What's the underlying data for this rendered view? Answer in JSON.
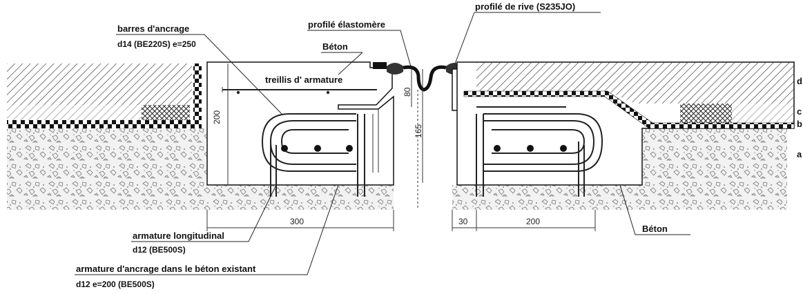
{
  "labels": {
    "anchor_bars_title": "barres d'ancrage",
    "anchor_bars_spec": "d14 (BE220S) e=250",
    "elastomer_profile": "profilé élastomère",
    "edge_profile": "profilé de rive (S235JO)",
    "concrete_top": "Béton",
    "reinforcement_mesh": "treillis d' armature",
    "longitudinal_title": "armature longitudinal",
    "longitudinal_spec": "d12 (BE500S)",
    "anchoring_title": "armature d'ancrage dans le béton existant",
    "anchoring_spec": "d12 e=200 (BE500S)",
    "concrete_right": "Béton"
  },
  "layers": {
    "d": "d",
    "c": "c",
    "b": "b",
    "a": "a"
  },
  "dimensions": {
    "height_200": "200",
    "height_80": "80",
    "height_165": "165",
    "width_300": "300",
    "width_30": "30",
    "width_200": "200"
  }
}
